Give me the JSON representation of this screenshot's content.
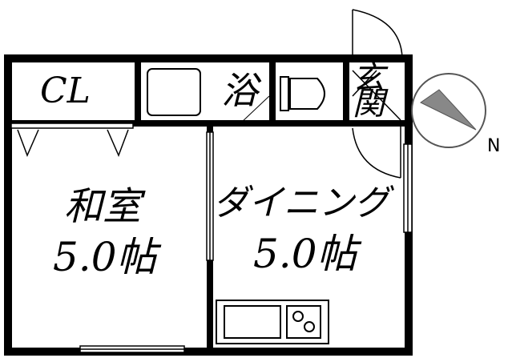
{
  "rooms": {
    "closet": {
      "label": "CL"
    },
    "bath": {
      "label": "浴"
    },
    "entrance": {
      "label": "玄関"
    },
    "washitsu": {
      "label": "和室",
      "size": "5.0帖"
    },
    "dining": {
      "label": "ダイニング",
      "size": "5.0帖"
    }
  },
  "compass": {
    "north_label": "N"
  },
  "colors": {
    "wall": "#000000",
    "compass_fill": "#888888",
    "compass_stroke": "#555555"
  }
}
